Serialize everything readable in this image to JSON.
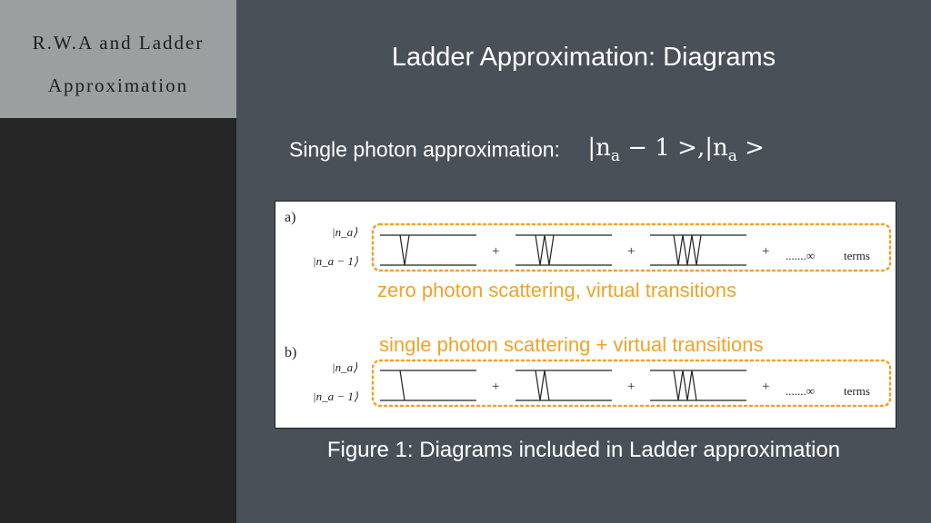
{
  "sidebar": {
    "title_line1": "R.W.A and Ladder",
    "title_line2": "Approximation"
  },
  "slide": {
    "title": "Ladder Approximation: Diagrams",
    "subtitle": "Single photon approximation:",
    "math_state1": "|n",
    "math_sub1": "a",
    "math_rest1": " − 1 >,",
    "math_state2": "|n",
    "math_sub2": "a",
    "math_rest2": " >"
  },
  "figure": {
    "panel_a_label": "a)",
    "panel_b_label": "b)",
    "upper_level_label": "|n_a⟩",
    "lower_level_label": "|n_a − 1⟩",
    "plus_sign": "+",
    "series_dots": ".......∞",
    "series_terms": "terms",
    "annotation_a": "zero photon scattering, virtual transitions",
    "annotation_b": "single photon scattering + virtual transitions",
    "caption": "Figure 1: Diagrams included in Ladder approximation"
  },
  "colors": {
    "background": "#495057",
    "sidebar": "#262626",
    "sidebar_title_box": "#9a9fa0",
    "highlight": "#f0a22a"
  }
}
